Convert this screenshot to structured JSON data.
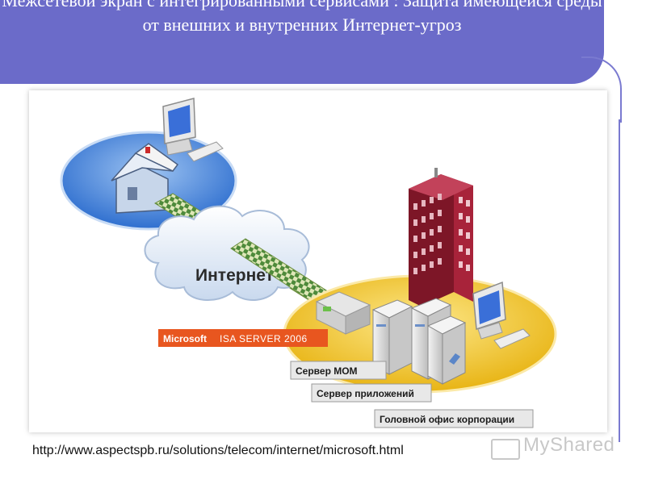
{
  "slide": {
    "title": "Межсетевой экран с интегрированными сервисами : Защита имеющейся среды от внешних и внутренних Интернет-угроз"
  },
  "diagram": {
    "cloud_label": "Интернет",
    "isa_microsoft": "Microsoft",
    "isa_product": "ISA SERVER 2006",
    "server_mom": "Сервер MOM",
    "server_apps": "Сервер приложений",
    "head_office": "Головной офис корпорации"
  },
  "footer": {
    "url": "http://www.aspectspb.ru/solutions/telecom/internet/microsoft.html"
  },
  "watermark": {
    "text": "MyShared"
  },
  "colors": {
    "header_bg": "#6b6bc9",
    "home_disc": "#3f7fd6",
    "office_disc": "#f2c321",
    "tower": "#8b1a2e",
    "isa_label_bg": "#e8561f"
  }
}
